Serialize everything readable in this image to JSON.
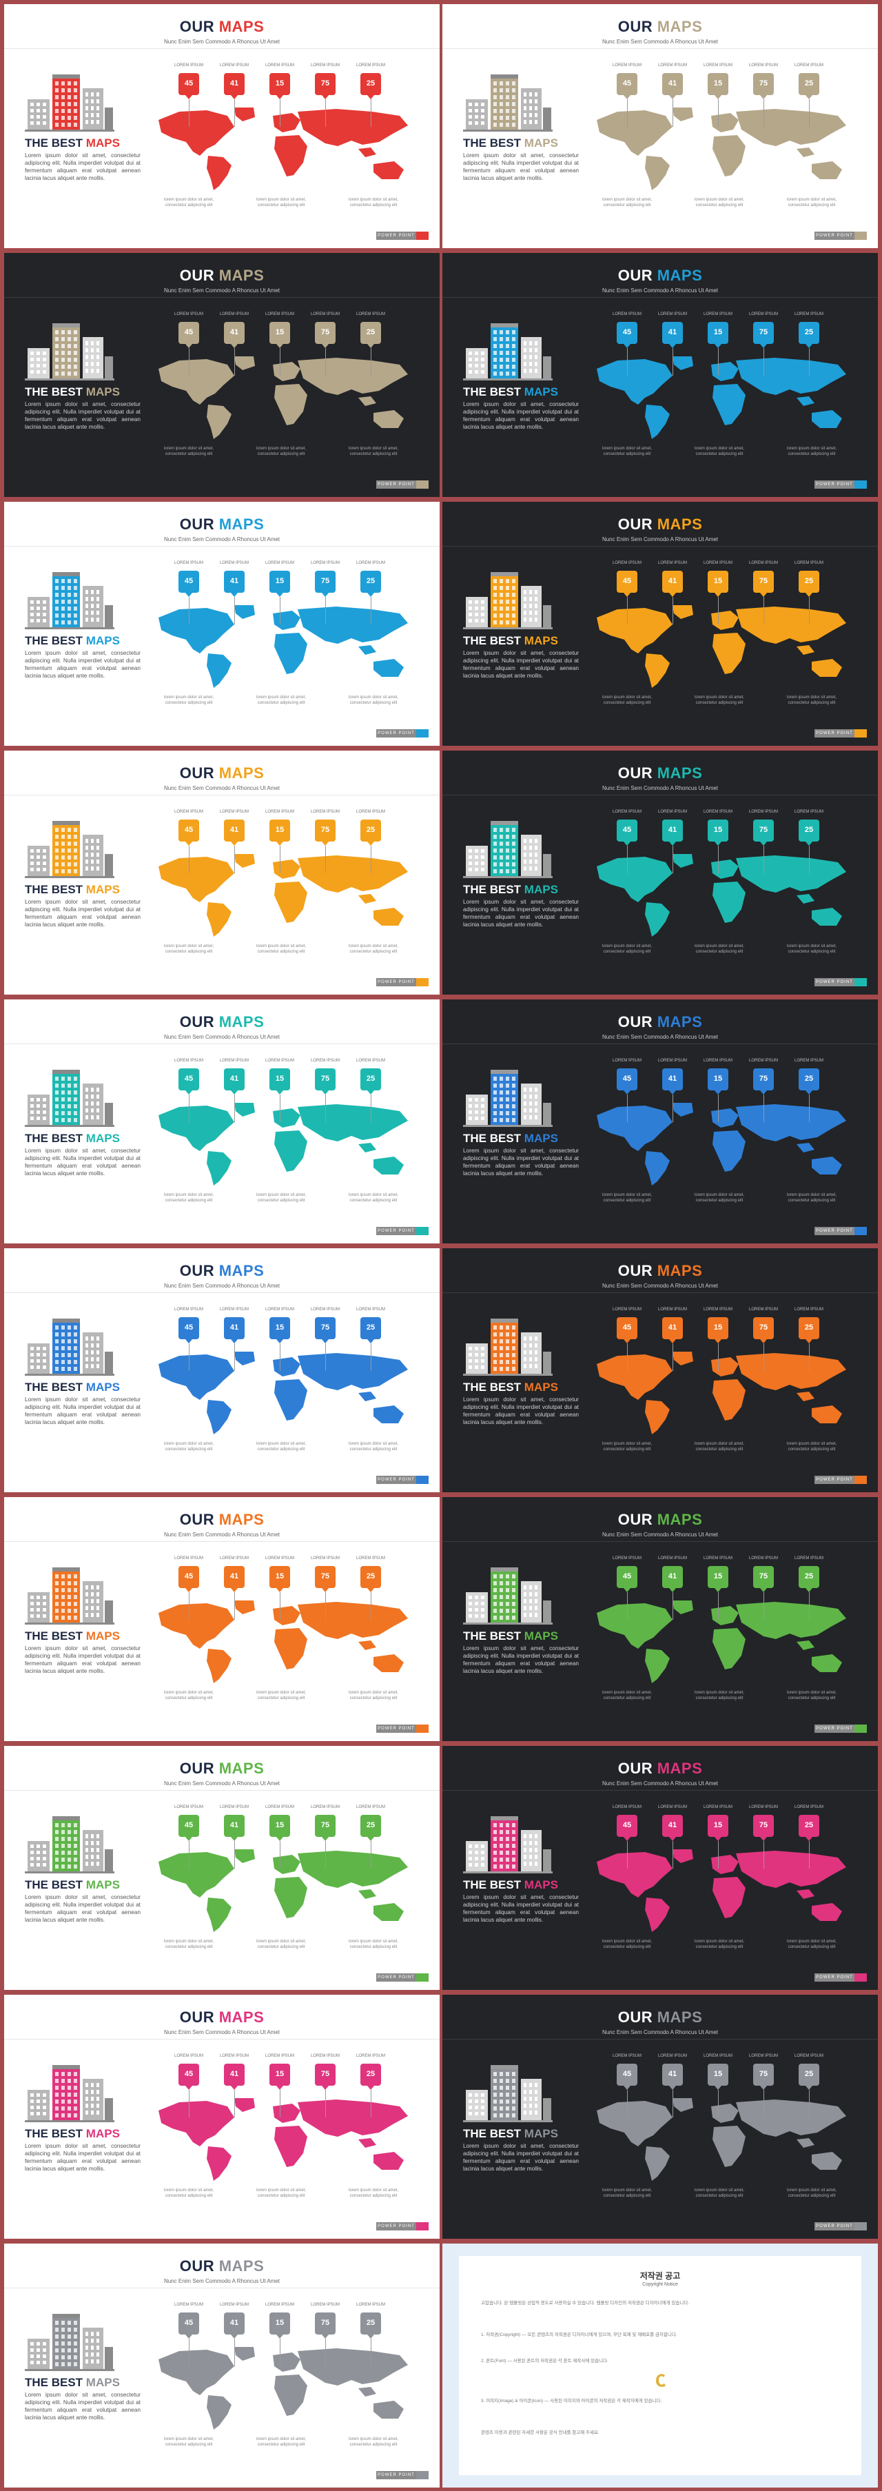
{
  "common": {
    "title_a": "OUR",
    "title_b": "MAPS",
    "subtitle": "Nunc Enim Sem Commodo A Rhoncus Ut Amet",
    "best_a": "THE BEST",
    "best_b": "MAPS",
    "body": "Lorem ipsum dolor sit amet, consectetur adipiscing elit. Nulla imperdiet volutpat dui at fermentum aliquam erat volutpat aenean lacinia lacus aliquet ante mollis.",
    "stat_label": "LOREM IPSUM",
    "stats": [
      "45",
      "41",
      "15",
      "75",
      "25"
    ],
    "caption": "lorem ipsum dolor sit amet, consectetur adipiscing elit",
    "footer_text": "POWER POINT"
  },
  "slides": [
    {
      "theme": "light",
      "accent": "#e53935",
      "bg": "#ffffff"
    },
    {
      "theme": "light",
      "accent": "#b5a78a",
      "bg": "#ffffff"
    },
    {
      "theme": "dark",
      "accent": "#b5a78a",
      "bg": "#222427"
    },
    {
      "theme": "dark",
      "accent": "#1e9fd8",
      "bg": "#222427"
    },
    {
      "theme": "light",
      "accent": "#1e9fd8",
      "bg": "#ffffff"
    },
    {
      "theme": "dark",
      "accent": "#f4a21b",
      "bg": "#222427"
    },
    {
      "theme": "light",
      "accent": "#f4a21b",
      "bg": "#ffffff"
    },
    {
      "theme": "dark",
      "accent": "#1db9b0",
      "bg": "#222427"
    },
    {
      "theme": "light",
      "accent": "#1db9b0",
      "bg": "#ffffff"
    },
    {
      "theme": "dark",
      "accent": "#2e7ed6",
      "bg": "#222427"
    },
    {
      "theme": "light",
      "accent": "#2e7ed6",
      "bg": "#ffffff"
    },
    {
      "theme": "dark",
      "accent": "#f07422",
      "bg": "#222427"
    },
    {
      "theme": "light",
      "accent": "#f07422",
      "bg": "#ffffff"
    },
    {
      "theme": "dark",
      "accent": "#5fb548",
      "bg": "#222427"
    },
    {
      "theme": "light",
      "accent": "#5fb548",
      "bg": "#ffffff"
    },
    {
      "theme": "dark",
      "accent": "#e0347e",
      "bg": "#222427"
    },
    {
      "theme": "light",
      "accent": "#e0347e",
      "bg": "#ffffff"
    },
    {
      "theme": "dark",
      "accent": "#8f9298",
      "bg": "#222427"
    },
    {
      "theme": "light",
      "accent": "#8f9298",
      "bg": "#ffffff"
    }
  ],
  "copyright": {
    "title": "저작권 공고",
    "subtitle": "Copyright Notice",
    "paragraphs": [
      "고맙습니다. 본 템플릿은 상업적 용도로 사용하실 수 있습니다. 템플릿 디자인의 저작권은 디자이너에게 있습니다.",
      "1. 저작권(Copyright) — 모든 콘텐츠의 저작권은 디자이너에게 있으며, 무단 복제 및 재배포를 금지합니다.",
      "2. 폰트(Font) — 사용된 폰트의 저작권은 각 폰트 제작사에 있습니다.",
      "3. 이미지(Image) & 아이콘(Icon) — 사용된 이미지와 아이콘의 저작권은 각 제작자에게 있습니다.",
      "콘텐츠 이용과 관련된 자세한 사항은 공식 안내를 참고해 주세요."
    ]
  }
}
